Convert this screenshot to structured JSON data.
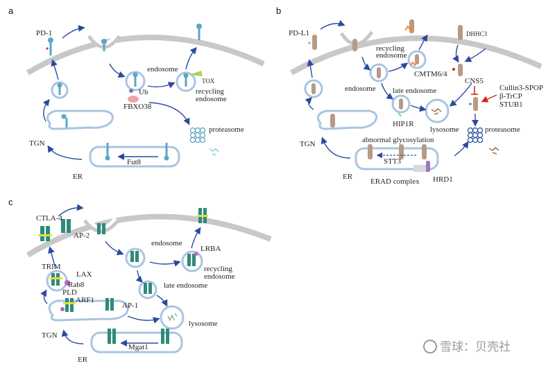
{
  "panel_a": {
    "letter": "a",
    "labels": {
      "pd1": "PD-1",
      "endosome": "endosome",
      "ub": "Ub",
      "fbxo38": "FBXO38",
      "tox": "TOX",
      "recycling1": "recycling",
      "recycling2": "endosome",
      "proteasome": "proteasome",
      "tgn": "TGN",
      "fut8": "Fut8",
      "er": "ER"
    }
  },
  "panel_b": {
    "letter": "b",
    "labels": {
      "pdl1": "PD-L1",
      "recycling1": "recycling",
      "recycling2": "endosome",
      "dhhc3": "DHHC3",
      "cmtm": "CMTM6/4",
      "endosome": "endosome",
      "late_endosome": "late endosome",
      "cns5": "CNS5",
      "cullin": "Cullin3-SPOP",
      "btrcp": "β-TrCP",
      "stub1": "STUB1",
      "hip1r": "HIP1R",
      "lysosome": "lysosome",
      "proteasome": "proteasome",
      "tgn": "TGN",
      "abnormal": "abnormal glycosylation",
      "stt3": "STT3",
      "er": "ER",
      "erad": "ERAD complex",
      "hrd1": "HRD1"
    }
  },
  "panel_c": {
    "letter": "c",
    "labels": {
      "ctla4": "CTLA-4",
      "ap2": "AP-2",
      "endosome": "endosome",
      "lrba": "LRBA",
      "recycling1": "recycling",
      "recycling2": "endosome",
      "trim": "TRIM",
      "lax": "LAX",
      "rab8": "Rab8",
      "pld": "PLD",
      "arf1": "ARF1",
      "late_endosome": "late endosome",
      "ap1": "AP-1",
      "lysosome": "lysosome",
      "tgn": "TGN",
      "mgat1": "Mgat1",
      "er": "ER"
    }
  },
  "watermark": "雪球：贝壳社",
  "colors": {
    "membrane": "#c8c8c8",
    "organelle": "#a9c4e2",
    "arrow": "#2a4aa0",
    "pd1": "#5aa7c6",
    "pdl1": "#b89a86",
    "ctla4": "#2f8a7a",
    "lax": "#e3df3a",
    "red_inhibit": "#e02020"
  }
}
